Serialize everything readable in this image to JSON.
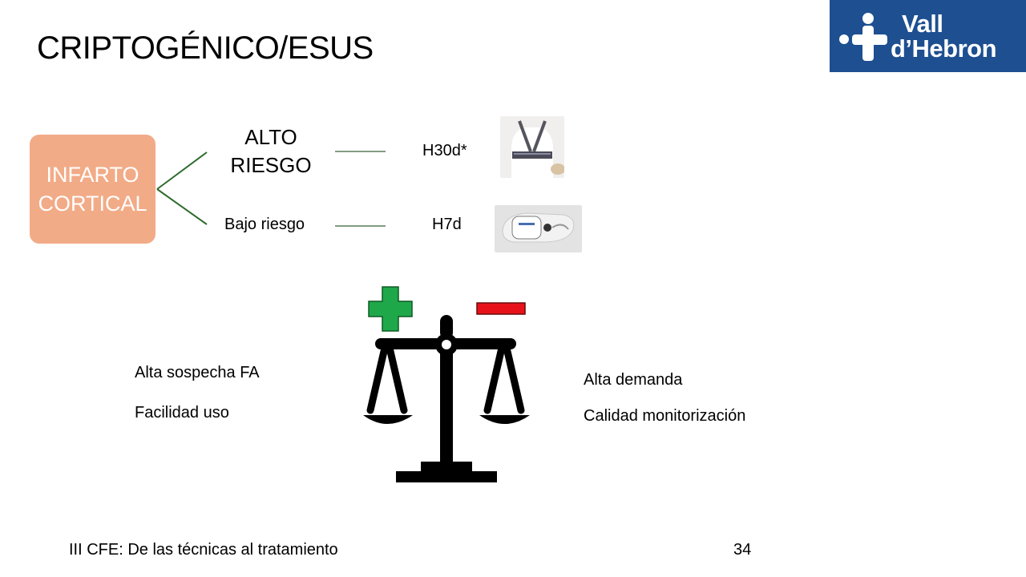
{
  "slide": {
    "title": "CRIPTOGÉNICO/ESUS",
    "logo": {
      "line1": "Vall",
      "line2": "d’Hebron"
    },
    "infarct_line1": "INFARTO",
    "infarct_line2": "CORTICAL",
    "high_risk_line1": "ALTO",
    "high_risk_line2": "RIESGO",
    "low_risk": "Bajo riesgo",
    "holter_high": "H30d*",
    "holter_low": "H7d",
    "pros": [
      "Alta sospecha FA",
      "Facilidad uso"
    ],
    "cons": [
      "Alta demanda",
      "Calidad monitorización"
    ],
    "footer": "III CFE: De las técnicas al tratamiento",
    "page_number": "34"
  },
  "colors": {
    "logo_bg": "#1d4f91",
    "infarct_box": "#f2ab87",
    "branch_lines": "#2e6b2e",
    "connector_lines": "#5a7a5a",
    "plus_sign": "#1fa84a",
    "minus_sign": "#e8131a"
  },
  "icons": [
    "hospital-cross-icon",
    "holter-vest-image",
    "patch-monitor-image",
    "plus-icon",
    "minus-icon",
    "balance-scale-icon"
  ]
}
